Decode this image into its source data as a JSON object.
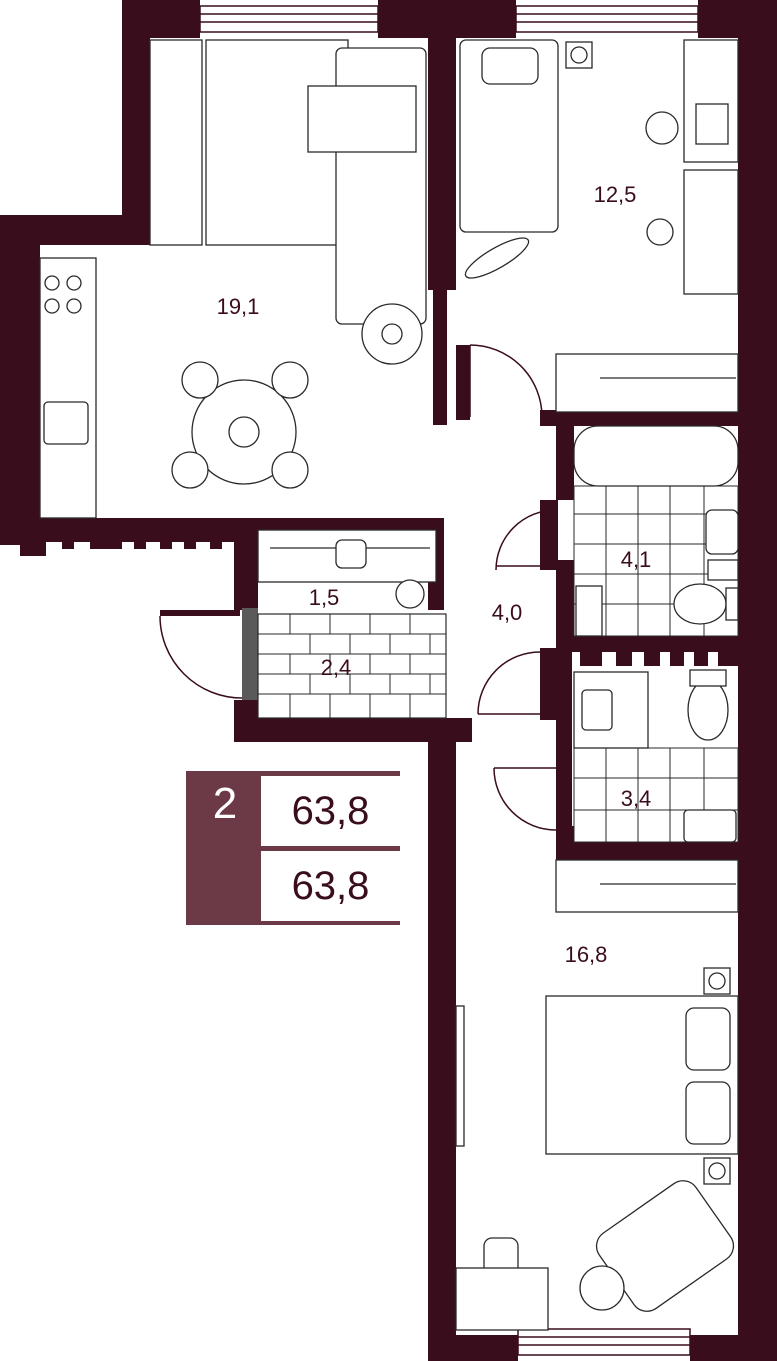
{
  "plan": {
    "rooms": [
      {
        "id": "kitchen-living",
        "area": "19,1"
      },
      {
        "id": "bedroom-small",
        "area": "12,5"
      },
      {
        "id": "bathroom",
        "area": "4,1"
      },
      {
        "id": "hall",
        "area": "4,0"
      },
      {
        "id": "wardrobe",
        "area": "1,5"
      },
      {
        "id": "balcony",
        "area": "2,4"
      },
      {
        "id": "toilet",
        "area": "3,4"
      },
      {
        "id": "bedroom-large",
        "area": "16,8"
      }
    ]
  },
  "summary": {
    "rooms_count": "2",
    "total_area": "63,8",
    "living_area": "63,8"
  },
  "colors": {
    "wall": "#3a0d1c",
    "card": "#6b3a46",
    "line": "#2a2a2a",
    "window": "#ffffff"
  }
}
